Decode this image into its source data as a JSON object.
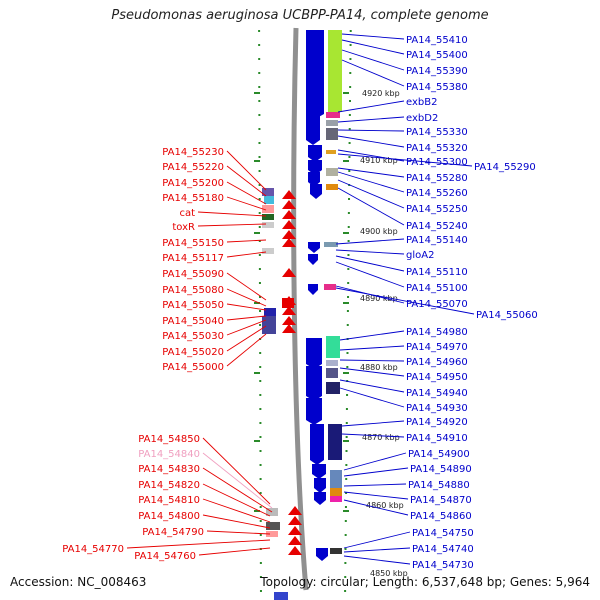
{
  "title": "Pseudomonas aeruginosa UCBPP-PA14, complete genome",
  "footer": {
    "accession": "Accession: NC_008463",
    "topology": "Topology: circular; Length: 6,537,648 bp; Genes: 5,964"
  },
  "colors": {
    "minus_strand": "#e60000",
    "plus_strand": "#0000cc",
    "faded_label": "#f0a0c0",
    "backbone": "#909090",
    "tick": "#2a8a2a"
  },
  "scale_labels": [
    "4920 kbp",
    "4910 kbp",
    "4900 kbp",
    "4890 kbp",
    "4880 kbp",
    "4870 kbp",
    "4860 kbp",
    "4850 kbp"
  ],
  "left_genes": [
    "PA14_55230",
    "PA14_55220",
    "PA14_55200",
    "PA14_55180",
    "cat",
    "toxR",
    "PA14_55150",
    "PA14_55117",
    "PA14_55090",
    "PA14_55080",
    "PA14_55050",
    "PA14_55040",
    "PA14_55030",
    "PA14_55020",
    "PA14_55000",
    "PA14_54850",
    "PA14_54840",
    "PA14_54830",
    "PA14_54820",
    "PA14_54810",
    "PA14_54800",
    "PA14_54790",
    "PA14_54770",
    "PA14_54760"
  ],
  "right_genes": [
    "PA14_55410",
    "PA14_55400",
    "PA14_55390",
    "PA14_55380",
    "exbB2",
    "exbD2",
    "PA14_55330",
    "PA14_55320",
    "PA14_55300",
    "PA14_55290",
    "PA14_55280",
    "PA14_55260",
    "PA14_55250",
    "PA14_55240",
    "PA14_55140",
    "gloA2",
    "PA14_55110",
    "PA14_55100",
    "PA14_55070",
    "PA14_55060",
    "PA14_54980",
    "PA14_54970",
    "PA14_54960",
    "PA14_54950",
    "PA14_54940",
    "PA14_54930",
    "PA14_54920",
    "PA14_54910",
    "PA14_54900",
    "PA14_54890",
    "PA14_54880",
    "PA14_54870",
    "PA14_54860",
    "PA14_54750",
    "PA14_54740",
    "PA14_54730"
  ]
}
